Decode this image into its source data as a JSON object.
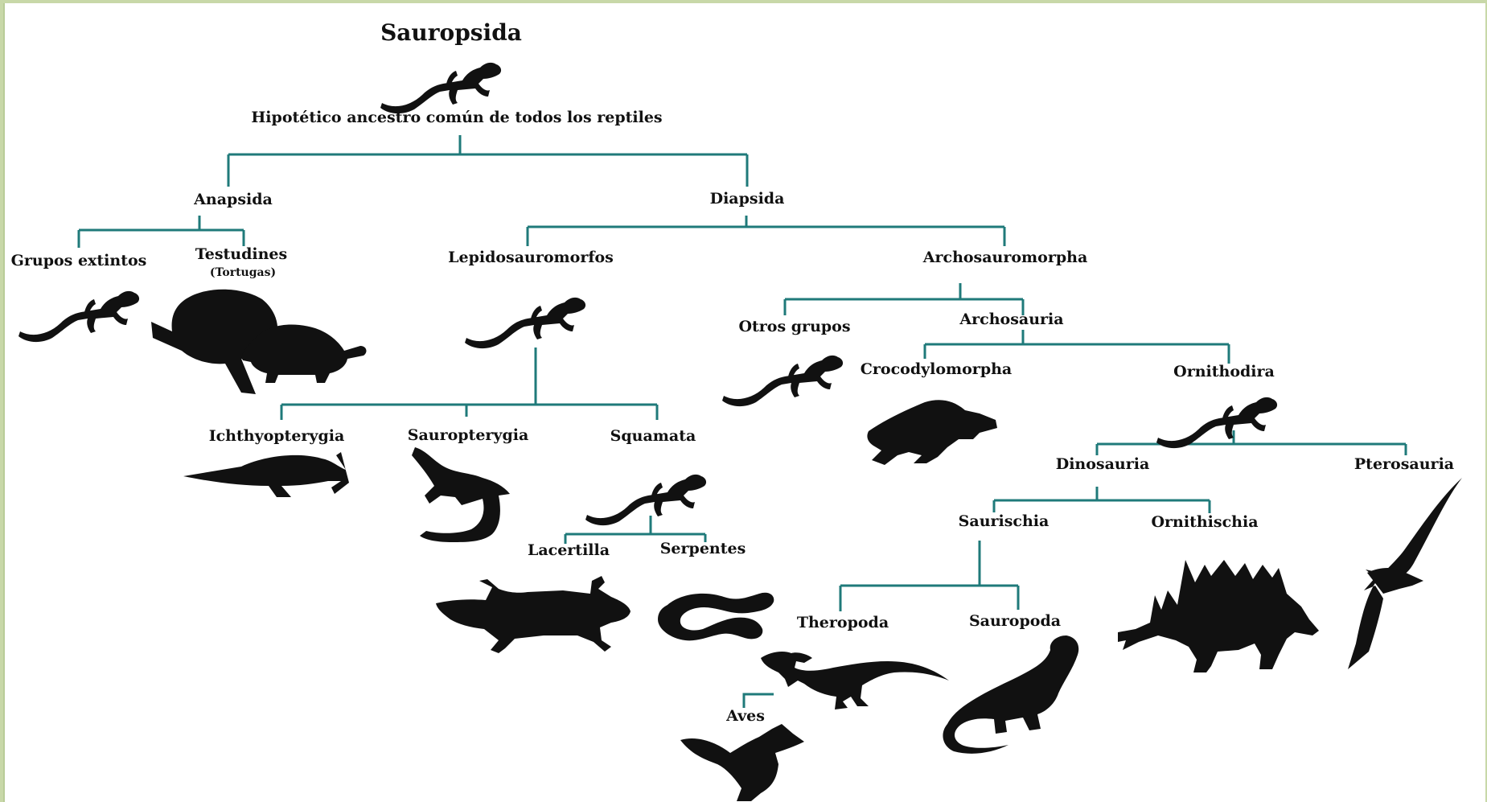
{
  "diagram": {
    "title": "Sauropsida",
    "root_caption": "Hipotético ancestro común de todos los reptiles",
    "nodes": {
      "anapsida": "Anapsida",
      "diapsida": "Diapsida",
      "grupos_extintos": "Grupos extintos",
      "testudines": "Testudines",
      "testudines_note": "(Tortugas)",
      "lepidosauromorfos": "Lepidosauromorfos",
      "archosauromorpha": "Archosauromorpha",
      "otros_grupos": "Otros grupos",
      "archosauria": "Archosauria",
      "crocodylomorpha": "Crocodylomorpha",
      "ornithodira": "Ornithodira",
      "ichthyopterygia": "Ichthyopterygia",
      "sauropterygia": "Sauropterygia",
      "squamata": "Squamata",
      "lacertilla": "Lacertilla",
      "serpentes": "Serpentes",
      "dinosauria": "Dinosauria",
      "pterosauria": "Pterosauria",
      "saurischia": "Saurischia",
      "ornithischia": "Ornithischia",
      "theropoda": "Theropoda",
      "sauropoda": "Sauropoda",
      "aves": "Aves"
    },
    "colors": {
      "line": "#1f7a7a",
      "silhouette": "#111111",
      "frame": "#c8d8a8"
    },
    "icons": [
      "lizard-icon",
      "turtle-icon",
      "ichthyosaur-icon",
      "plesiosaur-icon",
      "snake-icon",
      "crocodile-icon",
      "pterosaur-icon",
      "stegosaurus-icon",
      "theropod-icon",
      "sauropod-icon",
      "bird-icon"
    ]
  }
}
